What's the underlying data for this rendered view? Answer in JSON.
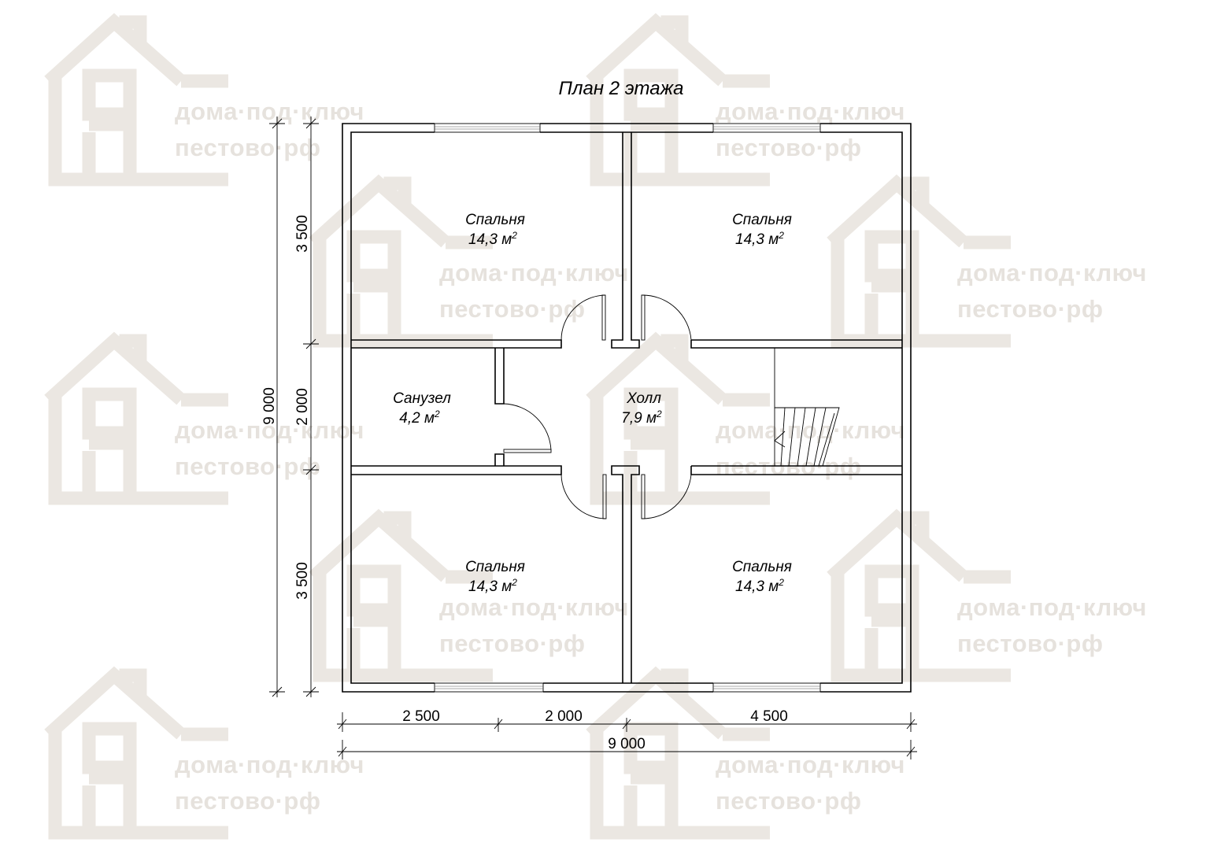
{
  "title": "План 2 этажа",
  "watermark": {
    "line1": "дома·под·ключ",
    "line2": "пестово·рф",
    "color": "#e6e2dd"
  },
  "rooms": {
    "bedroom_tl": {
      "name": "Спальня",
      "area": "14,3 м",
      "area_sup": "2"
    },
    "bedroom_tr": {
      "name": "Спальня",
      "area": "14,3 м",
      "area_sup": "2"
    },
    "bathroom": {
      "name": "Санузел",
      "area": "4,2 м",
      "area_sup": "2"
    },
    "hall": {
      "name": "Холл",
      "area": "7,9 м",
      "area_sup": "2"
    },
    "bedroom_bl": {
      "name": "Спальня",
      "area": "14,3 м",
      "area_sup": "2"
    },
    "bedroom_br": {
      "name": "Спальня",
      "area": "14,3 м",
      "area_sup": "2"
    }
  },
  "dimensions": {
    "bottom": [
      "2 500",
      "2 000",
      "4 500"
    ],
    "bottom_total": "9 000",
    "left": [
      "3 500",
      "2 000",
      "3 500"
    ],
    "left_total": "9 000"
  }
}
